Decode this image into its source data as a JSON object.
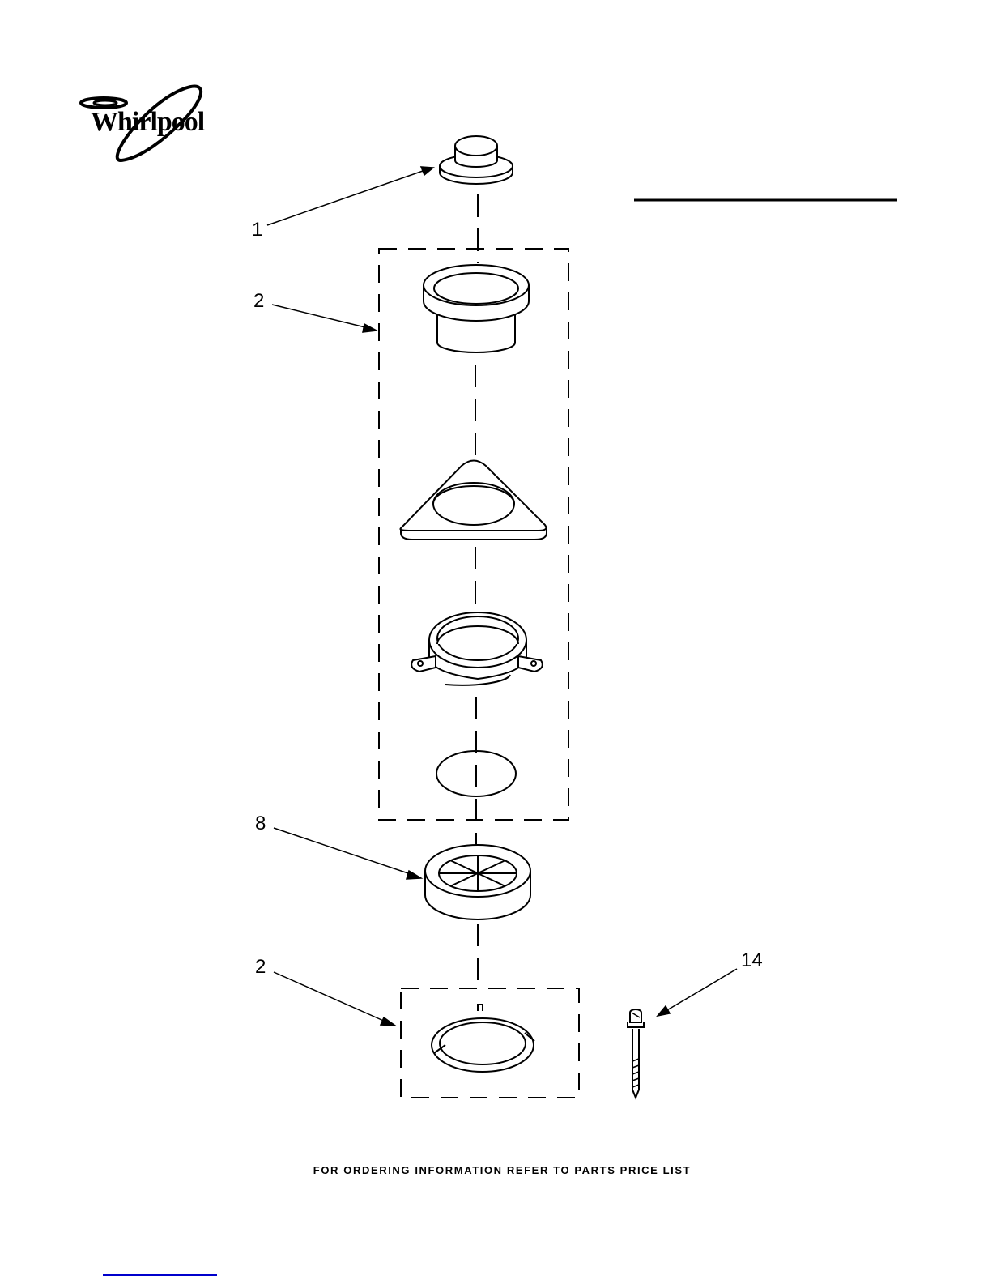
{
  "logo": {
    "brand": "Whirlpool"
  },
  "callouts": [
    {
      "number": "1"
    },
    {
      "number": "2"
    },
    {
      "number": "8"
    },
    {
      "number": "2"
    },
    {
      "number": "14"
    }
  ],
  "footer": {
    "text": "FOR ORDERING INFORMATION REFER TO PARTS PRICE LIST"
  }
}
